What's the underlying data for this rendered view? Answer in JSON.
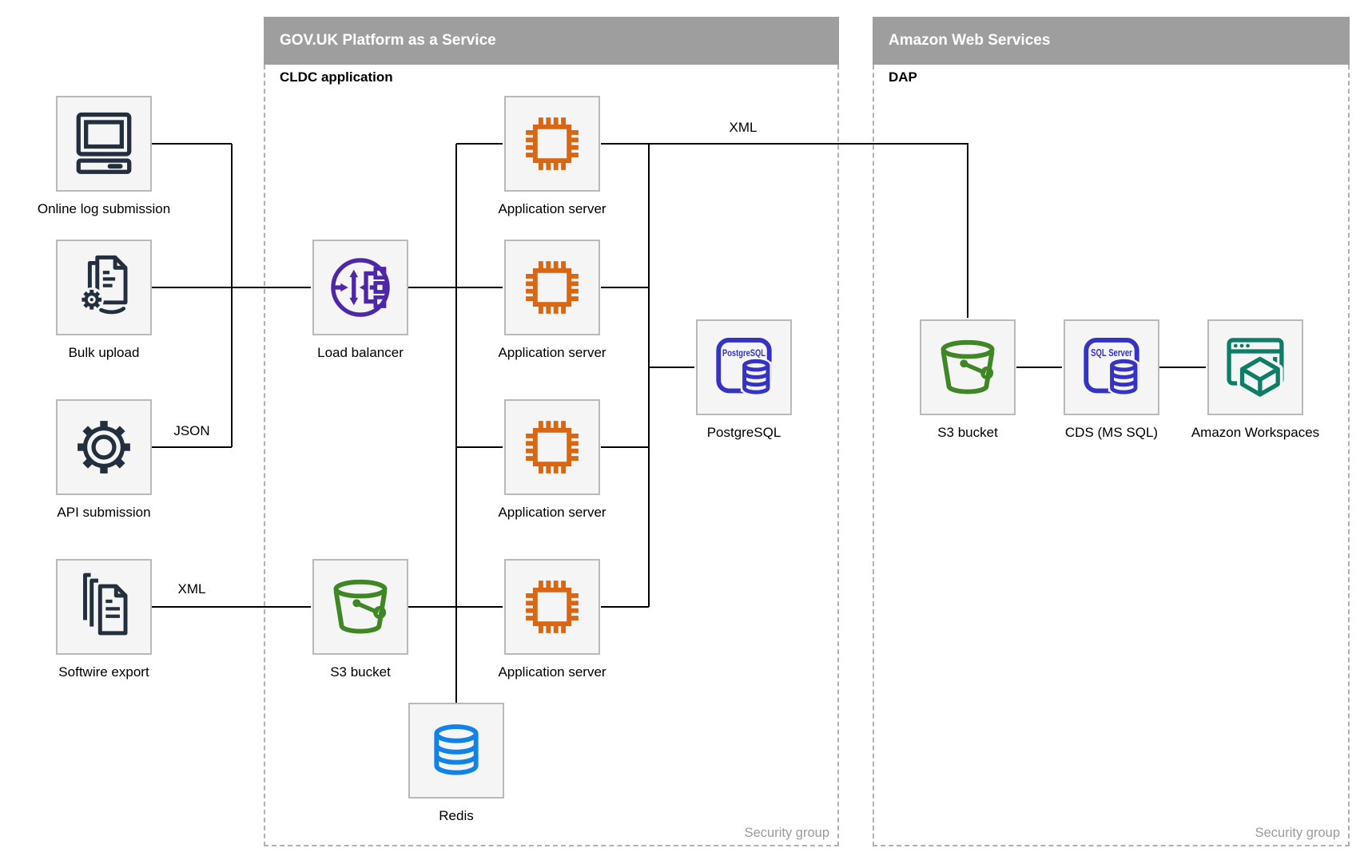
{
  "containers": {
    "paas": {
      "title": "GOV.UK Platform as a Service",
      "sublabel": "CLDC application",
      "footer": "Security group"
    },
    "aws": {
      "title": "Amazon Web Services",
      "sublabel": "DAP",
      "footer": "Security group"
    }
  },
  "nodes": {
    "online_log": {
      "label": "Online log submission",
      "icon": "computer-icon"
    },
    "bulk_upload": {
      "label": "Bulk upload",
      "icon": "document-gear-icon"
    },
    "api_submission": {
      "label": "API submission",
      "icon": "gear-icon"
    },
    "softwire_export": {
      "label": "Softwire export",
      "icon": "documents-stack-icon"
    },
    "load_balancer": {
      "label": "Load balancer",
      "icon": "load-balancer-icon"
    },
    "app_server": {
      "label": "Application server",
      "icon": "chip-icon"
    },
    "postgresql": {
      "label": "PostgreSQL",
      "icon": "database-rounded-square-icon"
    },
    "s3_paas": {
      "label": "S3 bucket",
      "icon": "bucket-icon"
    },
    "redis": {
      "label": "Redis",
      "icon": "database-cylinder-icon"
    },
    "s3_aws": {
      "label": "S3 bucket",
      "icon": "bucket-icon"
    },
    "cds": {
      "label": "CDS (MS SQL)",
      "icon": "database-rounded-square-icon"
    },
    "workspaces": {
      "label": "Amazon Workspaces",
      "icon": "workspaces-cube-icon"
    }
  },
  "icon_texts": {
    "postgresql": "PostgreSQL",
    "sql_server": "SQL Server"
  },
  "edge_labels": {
    "json": "JSON",
    "xml_softwire": "XML",
    "xml_dap": "XML"
  },
  "colors": {
    "container_header_bg": "#9e9e9e",
    "container_header_text": "#ffffff",
    "container_dashed_border": "#b0b0b0",
    "node_fill": "#f5f5f5",
    "node_border": "#b9b9b9",
    "edge_line": "#000000",
    "source_icon_navy": "#232f3e",
    "load_balancer_purple": "#4d27a8",
    "app_server_orange": "#d86613",
    "database_indigo": "#3533c5",
    "bucket_green": "#3f8624",
    "redis_blue": "#1182e8",
    "workspaces_teal": "#0d7d66",
    "security_group_text": "#9b9b9b"
  }
}
